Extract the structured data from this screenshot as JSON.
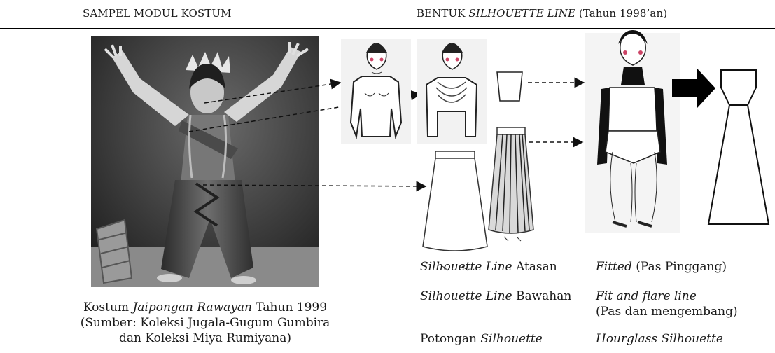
{
  "header": {
    "left": "SAMPEL MODUL KOSTUM",
    "right_prefix": "BENTUK ",
    "right_italic": "SILHOUETTE LINE",
    "right_suffix": " (Tahun 1998’an)"
  },
  "photo": {
    "caption_line1_prefix": "Kostum ",
    "caption_line1_italic": "Jaipongan Rawayan",
    "caption_line1_suffix": " Tahun 1999",
    "caption_line2": "(Sumber: Koleksi Jugala-Gugum Gumbira",
    "caption_line3": "dan Koleksi Miya Rumiyana)"
  },
  "labels": {
    "atasan_italic": "Silhouette Line",
    "atasan_rest": " Atasan",
    "bawahan_italic": "Silhouette Line",
    "bawahan_rest": " Bawahan",
    "potongan_prefix": "Potongan ",
    "potongan_italic": "Silhouette",
    "fitted_italic": "Fitted",
    "fitted_rest": " (Pas Pinggang)",
    "flare_line1": "Fit and flare line",
    "flare_line2": "(Pas dan mengembang)",
    "hourglass": "Hourglass Silhouette"
  }
}
